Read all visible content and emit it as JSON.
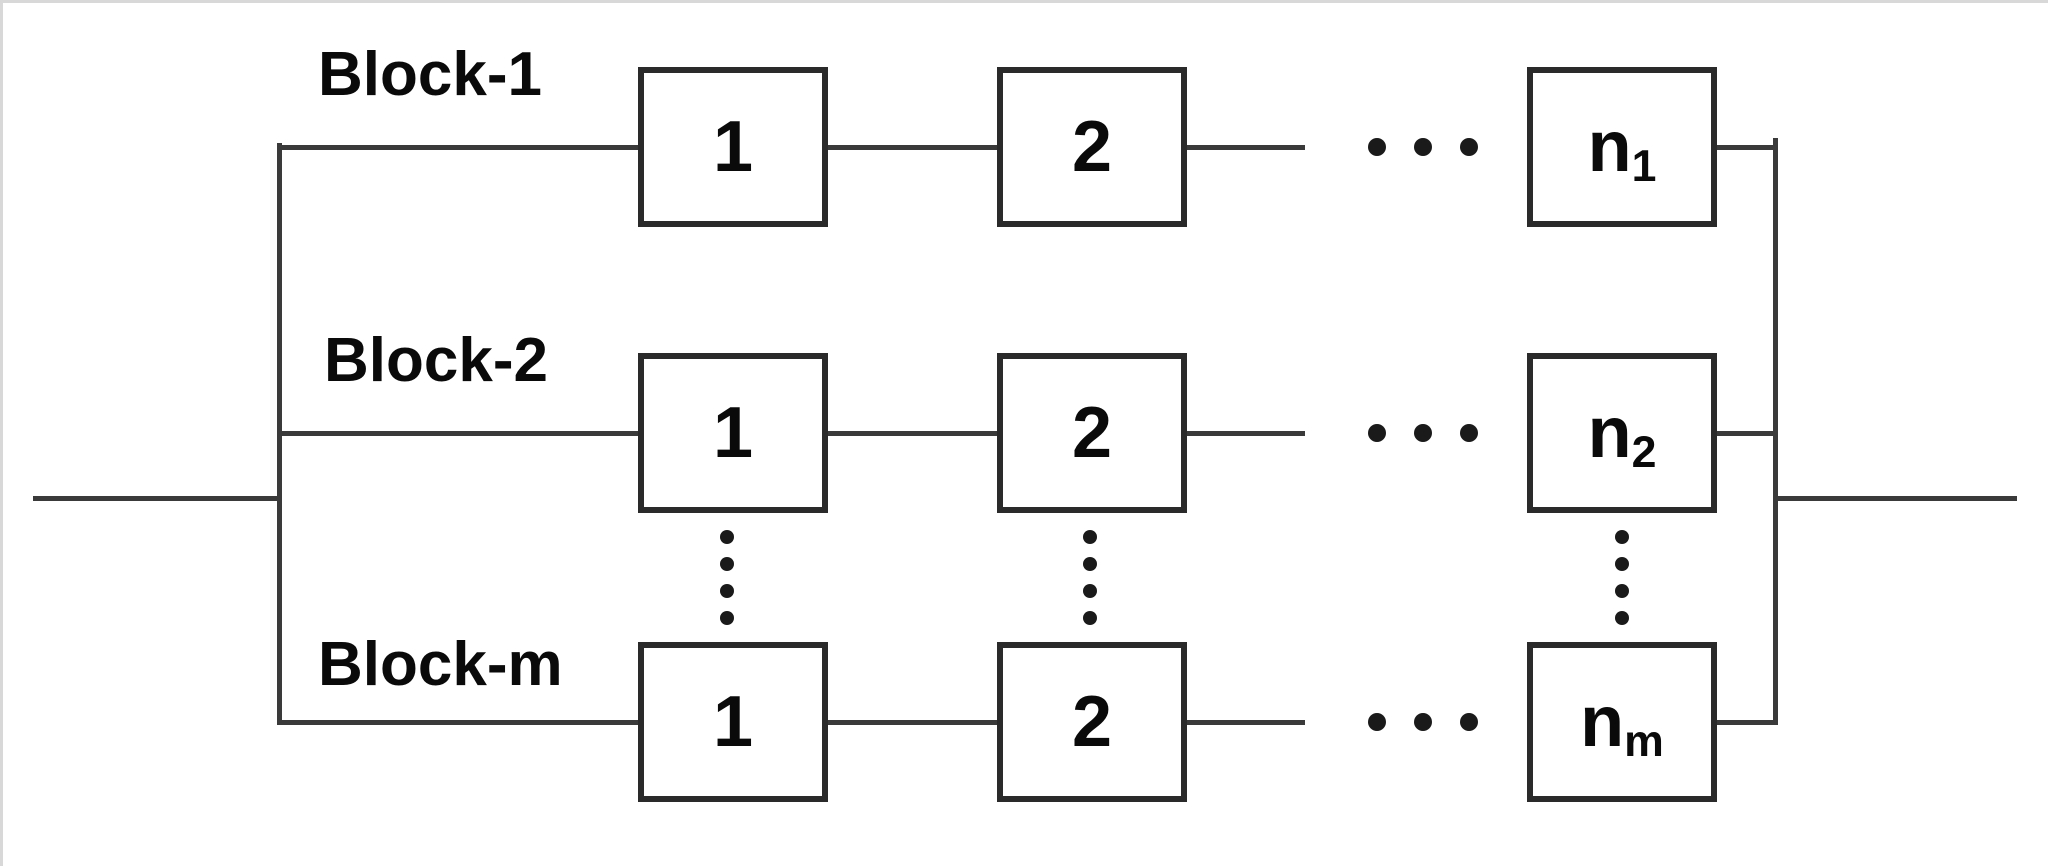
{
  "diagram": {
    "type": "reliability-block-diagram-series-parallel",
    "rows": [
      {
        "label": "Block-1",
        "box1": "1",
        "box2": "2",
        "n_base": "n",
        "n_sub": "1"
      },
      {
        "label": "Block-2",
        "box1": "1",
        "box2": "2",
        "n_base": "n",
        "n_sub": "2"
      },
      {
        "label": "Block-m",
        "box1": "1",
        "box2": "2",
        "n_base": "n",
        "n_sub": "m"
      }
    ],
    "glyphs": {
      "horizontal_ellipsis": "•••",
      "vertical_ellipsis": "⋮"
    },
    "colors": {
      "wire": "#3a3a3a",
      "box_border": "#2a2a2a",
      "box_fill": "#ffffff",
      "text": "#0a0a0a",
      "background": "#ffffff"
    }
  }
}
